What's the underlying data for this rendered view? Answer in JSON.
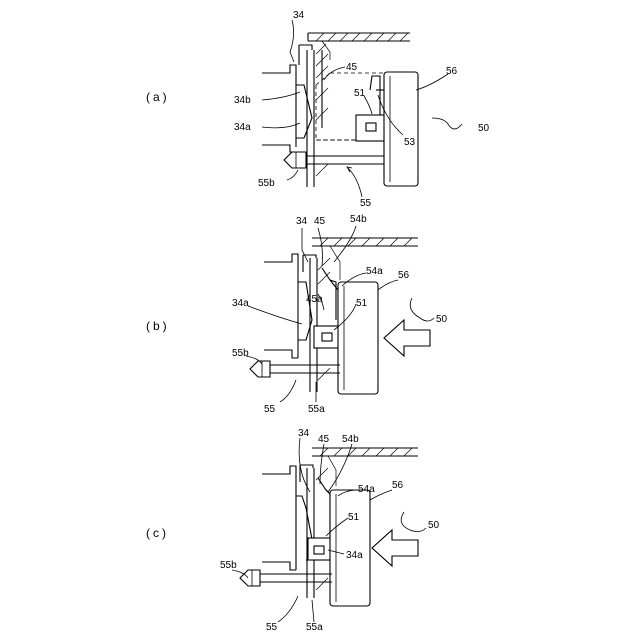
{
  "panels": [
    {
      "panel_label": "(a)",
      "labels": {
        "l34": "34",
        "l45": "45",
        "l56": "56",
        "l34b": "34b",
        "l51": "51",
        "l34a": "34a",
        "l53": "53",
        "l50": "50",
        "l55b": "55b",
        "l55": "55"
      }
    },
    {
      "panel_label": "(b)",
      "labels": {
        "l34": "34",
        "l45": "45",
        "l54b": "54b",
        "l54a": "54a",
        "l56": "56",
        "l45a": "45a",
        "l34a": "34a",
        "l51": "51",
        "l50": "50",
        "l55b": "55b",
        "l55": "55",
        "l55a": "55a"
      }
    },
    {
      "panel_label": "(c)",
      "labels": {
        "l34": "34",
        "l45": "45",
        "l54b": "54b",
        "l54a": "54a",
        "l56": "56",
        "l51": "51",
        "l50": "50",
        "l34a": "34a",
        "l55b": "55b",
        "l55": "55",
        "l55a": "55a"
      }
    }
  ]
}
